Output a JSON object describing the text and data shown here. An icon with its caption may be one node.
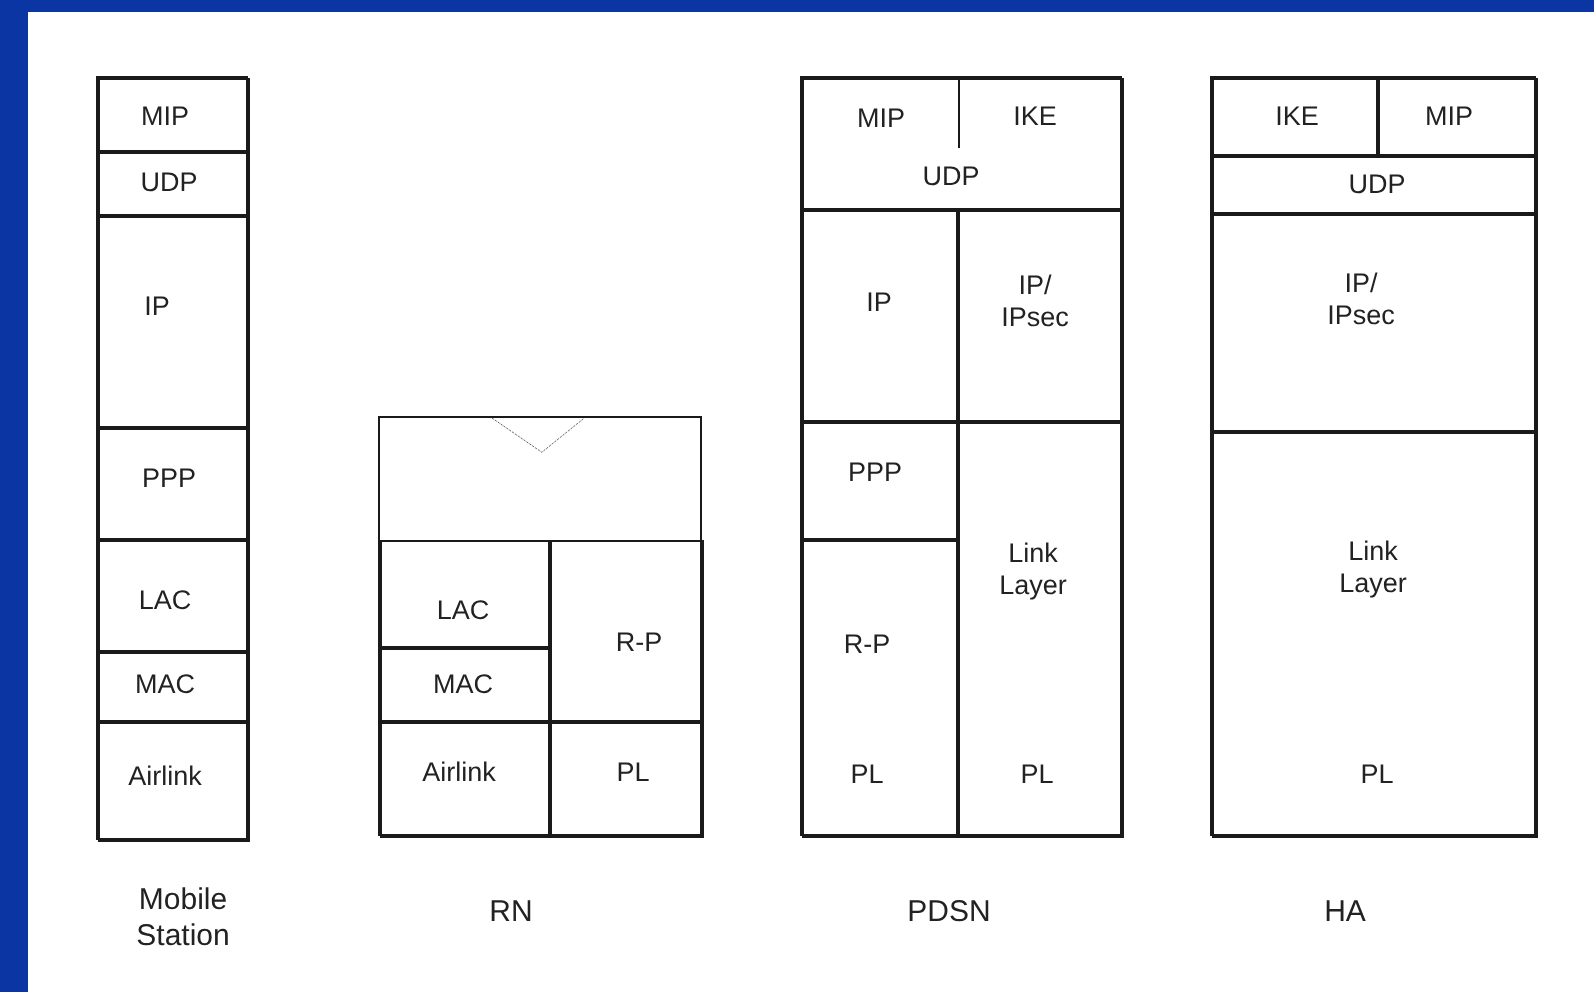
{
  "diagram": {
    "nodes": [
      {
        "text": [
          "Mobile Station"
        ]
      },
      {
        "text": [
          "MIP"
        ],
        "in": 0
      },
      {
        "text": [
          "UDP"
        ],
        "in": 0
      },
      {
        "text": [
          "IP"
        ],
        "in": 0
      },
      {
        "text": [
          "PPP"
        ],
        "in": 0
      },
      {
        "text": [
          "LAC"
        ],
        "in": 0
      },
      {
        "text": [
          "MAC"
        ],
        "in": 0
      },
      {
        "text": [
          "Airlink"
        ],
        "in": 0
      },
      {
        "text": [
          "RN"
        ]
      },
      {
        "text": [
          "LAC"
        ],
        "in": 8
      },
      {
        "text": [
          "MAC"
        ],
        "in": 8
      },
      {
        "text": [
          "Airlink"
        ],
        "in": 8
      },
      {
        "text": [
          "R-P"
        ],
        "in": 8
      },
      {
        "text": [
          "PL"
        ],
        "in": 8
      },
      {
        "text": [
          "PDSN"
        ]
      },
      {
        "text": [
          "MIP",
          "IKE",
          "UDP"
        ],
        "in": 14
      },
      {
        "text": [
          "IP"
        ],
        "in": 14
      },
      {
        "text": [
          "IP/ IPsec"
        ],
        "in": 14
      },
      {
        "text": [
          "PPP"
        ],
        "in": 14
      },
      {
        "text": [
          "R-P",
          "PL"
        ],
        "in": 14
      },
      {
        "text": [
          "Link Layer",
          "PL"
        ],
        "in": 14
      },
      {
        "text": [
          "HA"
        ]
      },
      {
        "text": [
          "IKE"
        ],
        "in": 21
      },
      {
        "text": [
          "MIP"
        ],
        "in": 21
      },
      {
        "text": [
          "UDP"
        ],
        "in": 21
      },
      {
        "text": [
          "IP/ IPsec"
        ],
        "in": 21
      },
      {
        "text": [
          "Link Layer",
          "PL"
        ],
        "in": 21
      }
    ]
  }
}
